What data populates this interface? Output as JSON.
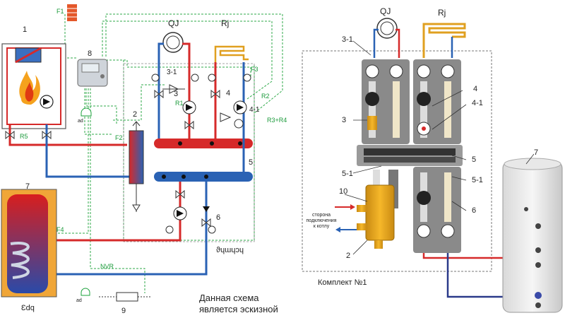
{
  "labels": {
    "boiler": "1",
    "separator": "2",
    "pump_group_left": "3",
    "mixing_group": "4",
    "manifold": "5",
    "dhw_group": "6",
    "tank": "7",
    "controller": "8",
    "circ_group": "9",
    "valve_3_1": "3-1",
    "valve_4_1": "4-1",
    "left_5_1": "5-1",
    "right_5_1": "5-1",
    "right_10": "10",
    "right_2": "2",
    "right_3": "3",
    "right_3_1": "3-1",
    "right_4": "4",
    "right_4_1": "4-1",
    "right_5": "5",
    "right_6": "6",
    "right_7": "7"
  },
  "sensors": {
    "F1": "F1",
    "F2": "F2",
    "F3": "F3",
    "F4": "F4",
    "R1": "R1",
    "R2": "R2",
    "R3R4": "R3+R4",
    "R5": "R5",
    "NVR": "NVR"
  },
  "circuits": {
    "radiators_left": "QJ",
    "floor_left": "Rj",
    "radiators_right": "QJ",
    "floor_right": "Rj",
    "tank_mark": "Ɛdq",
    "dhw_mark": "ϑɥɯɥɔɥ"
  },
  "texts": {
    "note_line1": "Данная схема",
    "note_line2": "является эскизной",
    "kit_caption": "Комплект №1",
    "boiler_side_1": "сторона",
    "boiler_side_2": "подключения",
    "boiler_side_3": "к котлу",
    "ext_mark": "ad"
  },
  "colors": {
    "hot": "#d62a2a",
    "cold": "#2a62b4",
    "sensor_line": "#1aa03a",
    "floor_pipe": "#e0a020"
  }
}
